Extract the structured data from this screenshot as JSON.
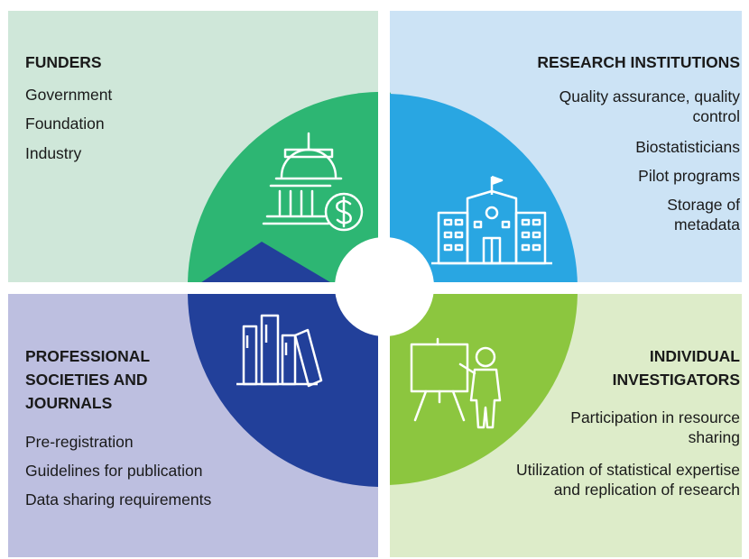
{
  "quadrants": {
    "funders": {
      "heading": "FUNDERS",
      "items": [
        "Government",
        "Foundation",
        "Industry"
      ],
      "color": "#cfe7d9",
      "wedge_color": "#2db673",
      "icon": "capitol-dollar-icon"
    },
    "research_institutions": {
      "heading": "RESEARCH INSTITUTIONS",
      "items": [
        "Quality assurance, quality control",
        "Biostatisticians",
        "Pilot programs",
        "Storage of metadata"
      ],
      "color": "#cce3f5",
      "wedge_color": "#29a6e2",
      "icon": "school-building-icon"
    },
    "professional_societies": {
      "heading_lines": [
        "PROFESSIONAL",
        "SOCIETIES AND",
        "JOURNALS"
      ],
      "items": [
        "Pre-registration",
        "Guidelines for publication",
        "Data sharing requirements"
      ],
      "color": "#bdbfe0",
      "wedge_color": "#22409a",
      "icon": "books-icon"
    },
    "individual_investigators": {
      "heading_lines": [
        "INDIVIDUAL",
        "INVESTIGATORS"
      ],
      "items": [
        "Participation in resource sharing",
        "Utilization of statistical expertise and replication of research"
      ],
      "color": "#ddecc9",
      "wedge_color": "#8cc63f",
      "icon": "presenter-board-icon"
    }
  }
}
